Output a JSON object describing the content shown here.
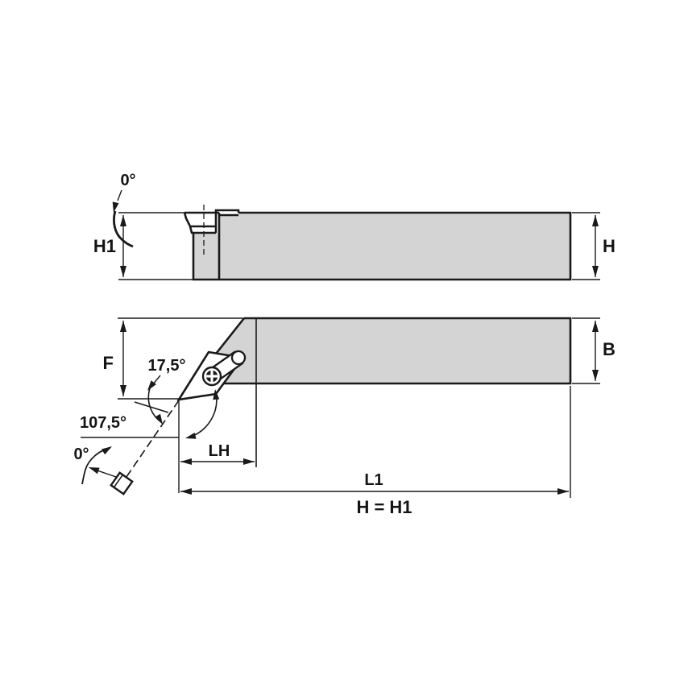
{
  "drawing": {
    "side_view": {
      "rake_angle": "0°",
      "height_left_label": "H1",
      "height_right_label": "H"
    },
    "plan_view": {
      "front_width_label": "F",
      "right_width_label": "B",
      "end_cutting_angle": "17,5°",
      "entry_angle": "107,5°",
      "inclination_angle": "0°",
      "head_length_label": "LH",
      "overall_length_label": "L1",
      "equivalence_note": "H = H1"
    },
    "colors": {
      "body_fill": "#d4d4d4",
      "line": "#1a1a1a"
    }
  }
}
